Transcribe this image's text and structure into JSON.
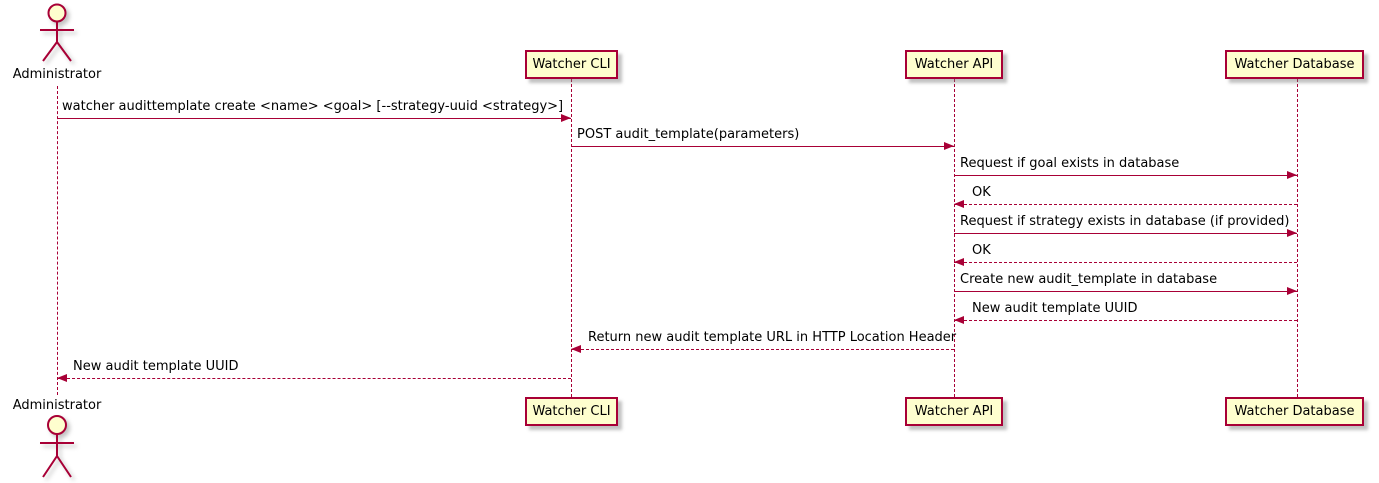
{
  "diagram": {
    "type": "sequence-diagram",
    "colors": {
      "accent": "#A80036",
      "participant_fill": "#FEFECE",
      "text": "#000000",
      "background": "#FFFFFF"
    },
    "actor": {
      "name": "Administrator"
    },
    "participants": [
      {
        "name": "Watcher CLI"
      },
      {
        "name": "Watcher API"
      },
      {
        "name": "Watcher Database"
      }
    ],
    "messages": [
      {
        "from": "Administrator",
        "to": "Watcher CLI",
        "style": "solid",
        "label": "watcher audittemplate create <name> <goal> [--strategy-uuid <strategy>]"
      },
      {
        "from": "Watcher CLI",
        "to": "Watcher API",
        "style": "solid",
        "label": "POST audit_template(parameters)"
      },
      {
        "from": "Watcher API",
        "to": "Watcher Database",
        "style": "solid",
        "label": "Request if goal exists in database"
      },
      {
        "from": "Watcher Database",
        "to": "Watcher API",
        "style": "dashed",
        "label": "OK"
      },
      {
        "from": "Watcher API",
        "to": "Watcher Database",
        "style": "solid",
        "label": "Request if strategy exists in database (if provided)"
      },
      {
        "from": "Watcher Database",
        "to": "Watcher API",
        "style": "dashed",
        "label": "OK"
      },
      {
        "from": "Watcher API",
        "to": "Watcher Database",
        "style": "solid",
        "label": "Create new audit_template in database"
      },
      {
        "from": "Watcher Database",
        "to": "Watcher API",
        "style": "dashed",
        "label": "New audit template UUID"
      },
      {
        "from": "Watcher API",
        "to": "Watcher CLI",
        "style": "dashed",
        "label": "Return new audit template URL in HTTP Location Header"
      },
      {
        "from": "Watcher CLI",
        "to": "Administrator",
        "style": "dashed",
        "label": "New audit template UUID"
      }
    ]
  }
}
